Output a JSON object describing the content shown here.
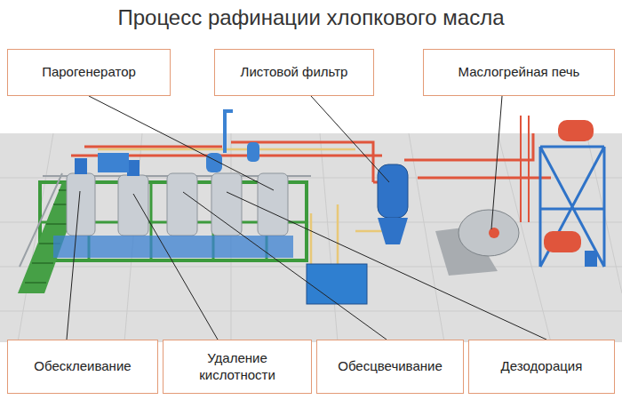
{
  "diagram": {
    "title": "Процесс рафинации хлопкового масла",
    "nodes": [
      {
        "text": [
          "Парогенератор"
        ]
      },
      {
        "text": [
          "Листовой фильтр"
        ]
      },
      {
        "text": [
          "Маслогрейная печь"
        ]
      },
      {
        "text": [
          "Обесклеивание"
        ]
      },
      {
        "text": [
          "Удаление кислотности"
        ]
      },
      {
        "text": [
          "Обесцвечивание"
        ]
      },
      {
        "text": [
          "Дезодорация"
        ]
      }
    ]
  }
}
